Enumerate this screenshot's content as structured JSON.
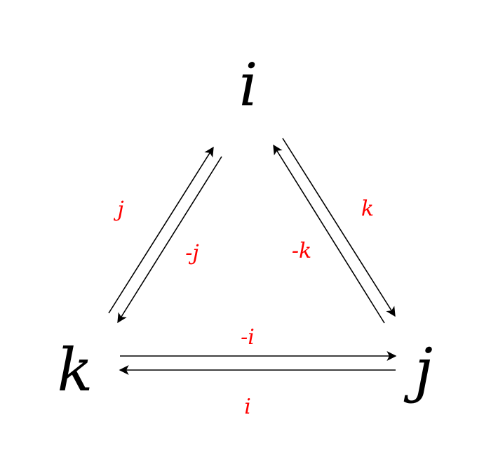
{
  "colors": {
    "node": "#000000",
    "label": "#ff0000",
    "arrow": "#000000"
  },
  "nodes": {
    "i": "i",
    "j": "j",
    "k": "k"
  },
  "edges": {
    "k_to_i": "j",
    "i_to_k": "-j",
    "i_to_j": "k",
    "j_to_i": "-k",
    "k_to_j": "-i",
    "j_to_k": "i"
  }
}
